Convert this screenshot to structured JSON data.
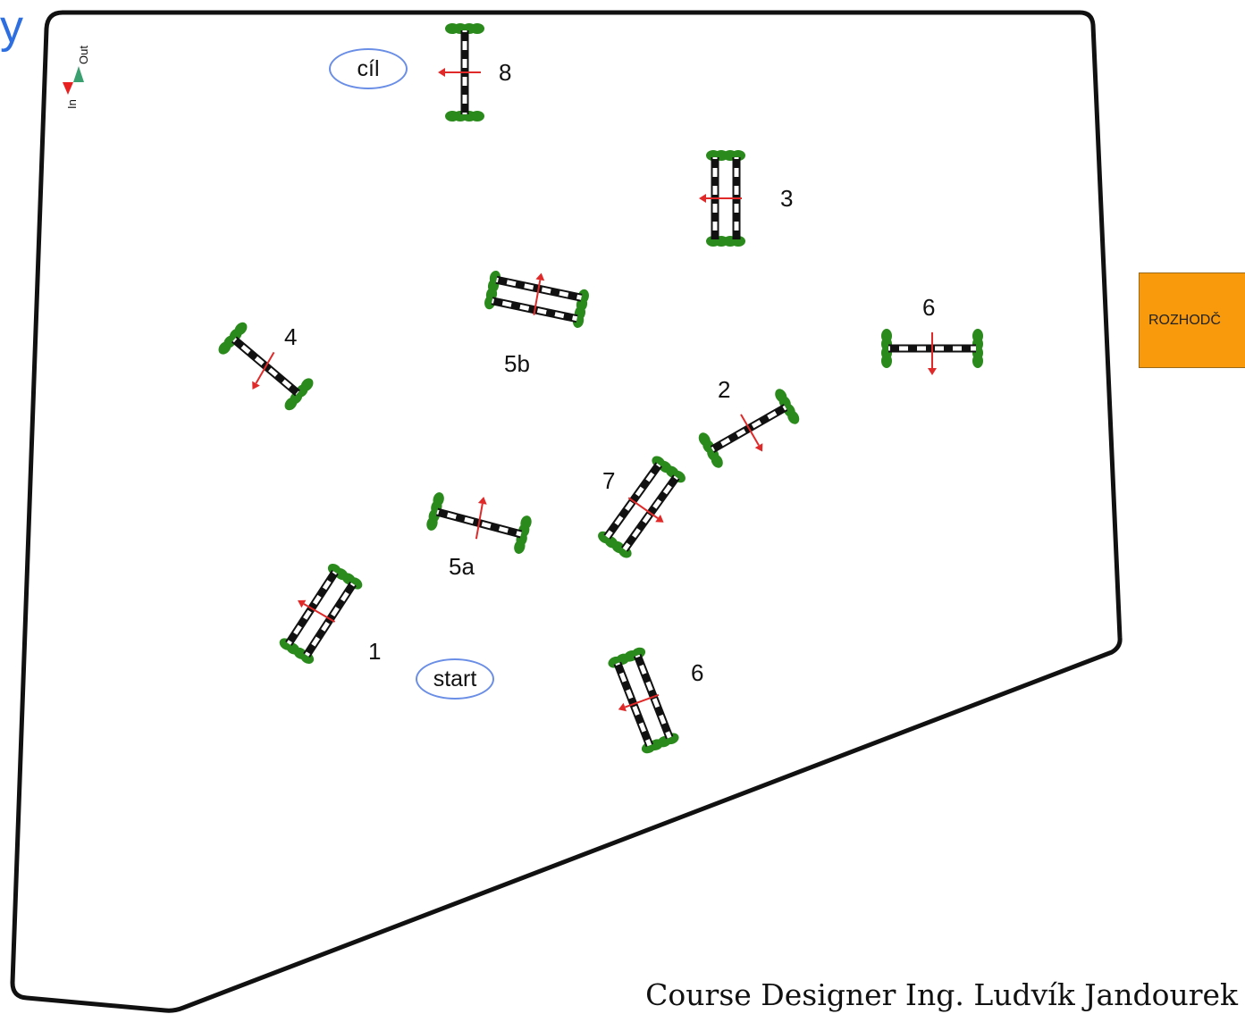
{
  "corner_letter": "y",
  "legend": {
    "in_label": "In",
    "out_label": "Out",
    "in_color": "#e82020",
    "out_color": "#3aa070"
  },
  "finish_label": "cíl",
  "start_label": "start",
  "judge_label": "ROZHODČ",
  "credit": "Course Designer Ing. Ludvík Jandourek",
  "colors": {
    "rail_dark": "#111111",
    "rail_light": "#ffffff",
    "bush": "#2a8a1c",
    "arrow": "#e02a2a",
    "arena": "#111111",
    "oval": "#6a8ee6",
    "judge": "#f89a0c"
  },
  "fences": [
    {
      "id": "8",
      "label": "8",
      "type": "vertical"
    },
    {
      "id": "3",
      "label": "3",
      "type": "oxer"
    },
    {
      "id": "5b",
      "label": "5b",
      "type": "oxer"
    },
    {
      "id": "4",
      "label": "4",
      "type": "vertical"
    },
    {
      "id": "6-right",
      "label": "6",
      "type": "vertical"
    },
    {
      "id": "2",
      "label": "2",
      "type": "vertical"
    },
    {
      "id": "7",
      "label": "7",
      "type": "oxer"
    },
    {
      "id": "5a",
      "label": "5a",
      "type": "vertical"
    },
    {
      "id": "1",
      "label": "1",
      "type": "oxer"
    },
    {
      "id": "6-bottom",
      "label": "6",
      "type": "oxer"
    }
  ]
}
